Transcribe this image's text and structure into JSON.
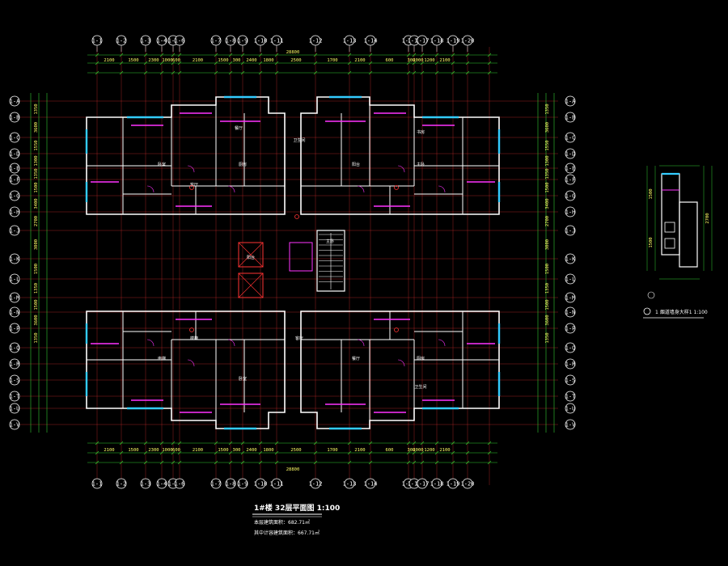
{
  "colors": {
    "background": "#000000",
    "axis": "#ffffff",
    "grid": "#ff3333",
    "dimension": "#33cc33",
    "dim_text": "#ffff66",
    "wall": "#ffffff",
    "wall_accent": "#ff33ff",
    "glass": "#33ccff",
    "core": "#ff3333"
  },
  "top_axes": [
    "1-1",
    "1-2",
    "1-3",
    "1-4",
    "1-5",
    "1-6",
    "1-7",
    "1-8",
    "1-9",
    "1-10",
    "1-11",
    "1-12",
    "1-13",
    "1-14",
    "1-15",
    "1-16",
    "1-17",
    "1-18",
    "1-19",
    "1-20"
  ],
  "side_axes": [
    "1-A",
    "1-B",
    "1-C",
    "1-D",
    "1-E",
    "1-F",
    "1-G",
    "1-H",
    "1-J",
    "1-K",
    "1-L",
    "1-M",
    "1-N",
    "1-P",
    "1-Q",
    "1-R",
    "1-S",
    "1-T",
    "1-U",
    "1-V"
  ],
  "top_dims": [
    "2100",
    "1500",
    "2300",
    "1000",
    "600",
    "2100",
    "1500",
    "300",
    "2400",
    "1800",
    "2500",
    "1700",
    "2100",
    "600",
    "300",
    "2000",
    "1200",
    "2100"
  ],
  "overall_dim": "28800",
  "side_dims_left": [
    "1350",
    "3600",
    "1550",
    "1300",
    "1350",
    "1500",
    "3400",
    "2700",
    "3000",
    "1500",
    "1350",
    "1500",
    "3600",
    "1350"
  ],
  "room_labels": [
    "卧室",
    "客厅",
    "餐厅",
    "厨房",
    "卫生间",
    "阳台",
    "主卧",
    "书房",
    "电梯",
    "楼梯"
  ],
  "main_title": "1#楼 32层平面图 1:100",
  "note_1": "本层建筑面积：682.71㎡",
  "note_2": "其中计容建筑面积：667.71㎡",
  "detail_title": "1 烟道墙身大样1 1:100",
  "detail_dims": [
    "1500",
    "1500",
    "2700"
  ]
}
